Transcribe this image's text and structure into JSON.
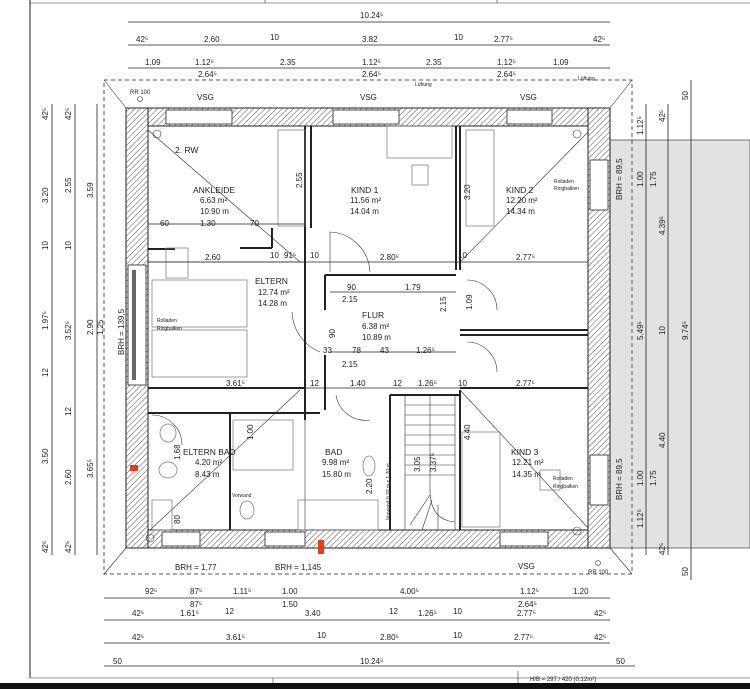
{
  "title_block": {
    "format": "H/B = 297 / 420 (0.12m²)"
  },
  "rooms": {
    "rw": "2. RW",
    "ankleide": {
      "name": "ANKLEIDE",
      "area": "6.63 m²",
      "perimeter": "10.90 m"
    },
    "kind1": {
      "name": "KIND 1",
      "area": "11.56 m²",
      "perimeter": "14.04 m"
    },
    "kind2": {
      "name": "KIND 2",
      "area": "12.20 m²",
      "perimeter": "14.34 m"
    },
    "eltern": {
      "name": "ELTERN",
      "area": "12.74 m²",
      "perimeter": "14.28 m"
    },
    "flur": {
      "name": "FLUR",
      "area": "6.38 m²",
      "perimeter": "10.89 m"
    },
    "elternbad": {
      "name": "ELTERN BAD",
      "area": "4.20 m²",
      "perimeter": "8.43 m"
    },
    "bad": {
      "name": "BAD",
      "area": "9.98 m²",
      "perimeter": "15.80 m"
    },
    "kind3": {
      "name": "KIND 3",
      "area": "12.21 m²",
      "perimeter": "14.35 m"
    }
  },
  "labels": {
    "vsg": "VSG",
    "rr100": "RR 100",
    "brh_177": "BRH = 1,77",
    "brh_1145": "BRH = 1,145",
    "brh_1395": "BRH = 139,5",
    "brh_895": "BRH = 89,5",
    "rolladen": "Rolladen",
    "ringbalken": "Ringbalken",
    "vorwand": "Vorwand",
    "luftung": "Lüftung",
    "stairs": "Vorwand 0.20 m x 1.20 m"
  },
  "dims": {
    "top": {
      "total": "10.24⁵",
      "row2": [
        "42⁵",
        "2.60",
        "10",
        "3.82",
        "10",
        "2.77⁵",
        "42⁵"
      ],
      "row3": [
        "1.09",
        "1.12⁵",
        "2.35",
        "1.12⁵",
        "2.35",
        "1.12⁵",
        "1.09"
      ],
      "row3b": [
        "2.64⁵",
        "2.64⁵",
        "2.64⁵"
      ]
    },
    "bottom": {
      "row1": [
        "92⁵",
        "87⁵",
        "1.11⁵",
        "1.00",
        "4.00⁵",
        "1.12⁵",
        "1.20"
      ],
      "row1b": [
        "87⁵",
        "1.50",
        "2.64⁵"
      ],
      "row2": [
        "42⁵",
        "1.61⁵",
        "12",
        "3.40",
        "12",
        "1.26⁵",
        "10",
        "2.77⁵",
        "42⁵"
      ],
      "row3": [
        "42⁵",
        "3.61⁵",
        "10",
        "2.80⁵",
        "10",
        "2.77⁵",
        "42⁵"
      ],
      "total": [
        "50",
        "10.24⁵",
        "50"
      ]
    },
    "left": {
      "col1": [
        "42⁵",
        "3.20",
        "10",
        "1.97⁵",
        "12",
        "3.50",
        "42⁵"
      ],
      "col2": [
        "42⁵",
        "2.55",
        "10",
        "3.52⁵",
        "12",
        "2.60",
        "42⁵"
      ],
      "col3": [
        "3.59",
        "2.90",
        "1.25",
        "3.65⁵"
      ]
    },
    "right": {
      "col1": [
        "1.12⁵",
        "1.00",
        "1.75",
        "5.49⁵",
        "1.00",
        "1.75",
        "1.12⁵"
      ],
      "col2": [
        "42⁵",
        "4.39⁵",
        "10",
        "4.40",
        "42⁵"
      ],
      "col3": [
        "50",
        "9.74⁵",
        "50"
      ]
    },
    "interior": {
      "a": [
        "60",
        "1.30",
        "70",
        "2.60",
        "10",
        "91⁵",
        "10",
        "2.80⁵",
        "10",
        "2.77⁵"
      ],
      "b": [
        "90",
        "1.79",
        "2.15",
        "2.15",
        "33",
        "78",
        "43",
        "1.26⁵",
        "2.15"
      ],
      "c": [
        "3.61⁵",
        "12",
        "1.40",
        "12",
        "1.26⁵",
        "10",
        "2.77⁵"
      ],
      "d": [
        "2.55",
        "3.20",
        "4.40",
        "2.20",
        "3.05",
        "3.37⁵",
        "1.68",
        "1.00",
        "80",
        "90",
        "1.09"
      ]
    }
  }
}
